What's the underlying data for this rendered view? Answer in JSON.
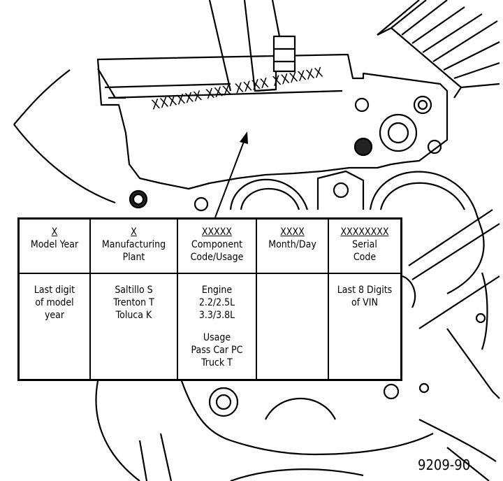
{
  "stamp_code": "XXXXXX XXX XXXX XXXXXX",
  "table": {
    "columns": [
      {
        "code": "X",
        "label": "Model Year",
        "values": [
          "Last digit",
          "of model",
          "year"
        ]
      },
      {
        "code": "X",
        "label": "Manufacturing\nPlant",
        "values": [
          "Saltillo S",
          "Trenton T",
          "Toluca K"
        ]
      },
      {
        "code": "XXXXX",
        "label": "Component\nCode/Usage",
        "values": [
          "Engine",
          "2.2/2.5L",
          "3.3/3.8L"
        ],
        "values2": [
          "Usage",
          "Pass Car PC",
          "Truck T"
        ]
      },
      {
        "code": "XXXX",
        "label": "Month/Day",
        "values": []
      },
      {
        "code": "XXXXXXXX",
        "label": "Serial\nCode",
        "values": [
          "Last 8 Digits",
          "of VIN"
        ]
      }
    ]
  },
  "figure_number": "9209-90"
}
